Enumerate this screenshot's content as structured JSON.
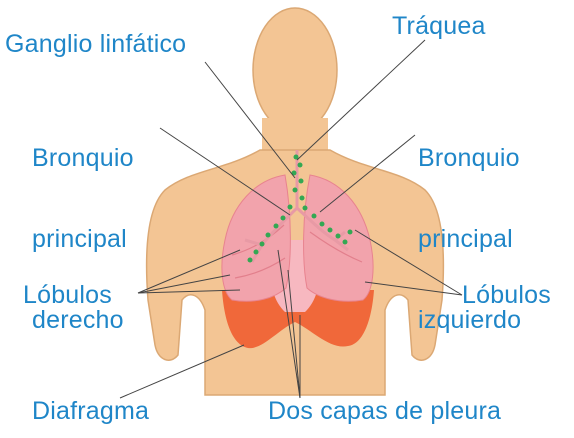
{
  "labels": {
    "ganglio": "Ganglio linfático",
    "traquea": "Tráquea",
    "bronquio_derecho": [
      "Bronquio",
      "principal",
      "derecho"
    ],
    "bronquio_izquierdo": [
      "Bronquio",
      "principal",
      "izquierdo"
    ],
    "lobulos_left": "Lóbulos",
    "lobulos_right": "Lóbulos",
    "diafragma": "Diafragma",
    "pleura": "Dos capas de pleura"
  },
  "colors": {
    "label_text": "#1f86c8",
    "skin": "#f3c594",
    "skin_outline": "#d9a66f",
    "lung": "#f2a3ac",
    "lung_dark": "#e8838f",
    "diaphragm": "#f0683a",
    "node": "#33a853",
    "leader_line": "#444444"
  }
}
